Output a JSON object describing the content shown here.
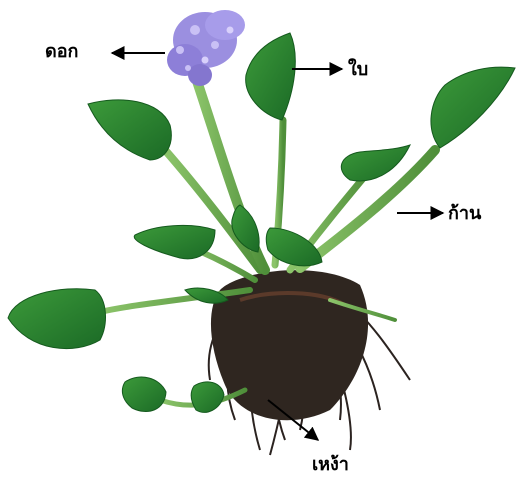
{
  "labels": {
    "flower": "ดอก",
    "leaf": "ใบ",
    "stem": "ก้าน",
    "root": "เหง้า"
  },
  "colors": {
    "leaf_dark": "#1f7a2c",
    "leaf_light": "#4fa84a",
    "stem": "#6aa84f",
    "flower": "#9b8fe0",
    "root": "#2b2320",
    "arrow": "#000000"
  }
}
